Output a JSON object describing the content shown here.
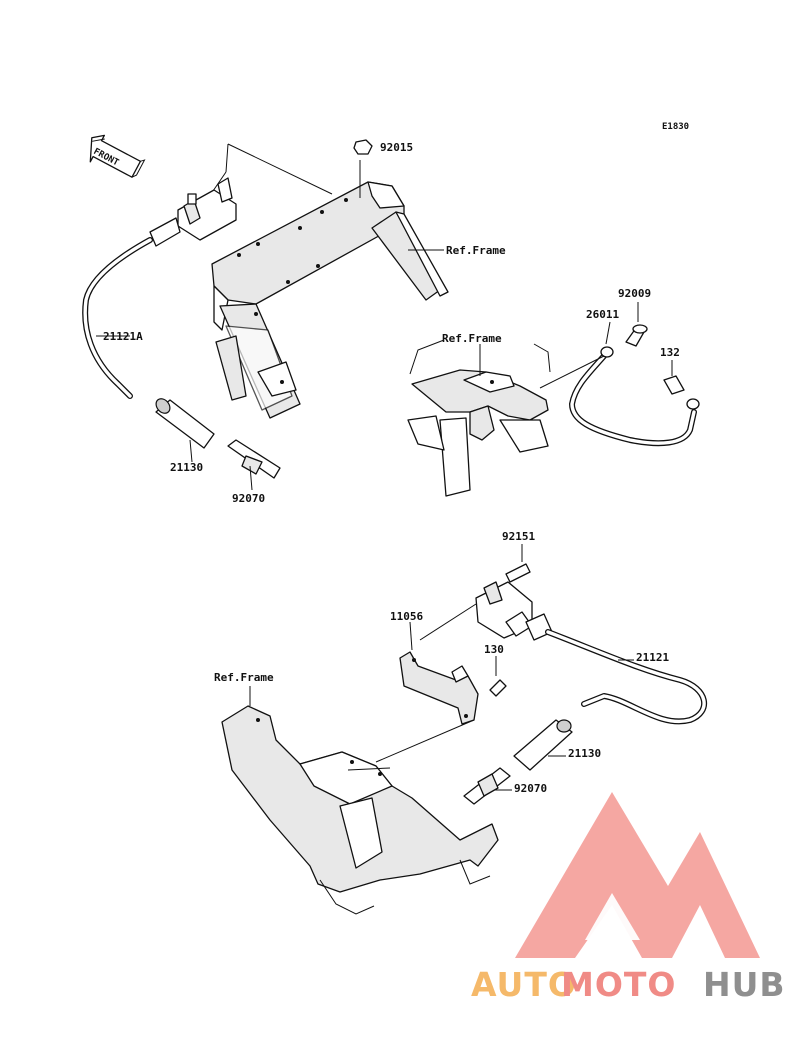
{
  "diagram": {
    "code": "E1830",
    "direction_label": "FRONT",
    "ref_frame_label": "Ref.Frame",
    "parts_top_left": {
      "nut": "92015",
      "cable": "21121A",
      "cap": "21130",
      "plug": "92070"
    },
    "parts_top_right": {
      "bolt_a": "92009",
      "washer": "26011",
      "bolt_b": "132"
    },
    "parts_bottom": {
      "bolt_top": "92151",
      "bracket": "11056",
      "bolt_small": "130",
      "cable": "21121",
      "cap": "21130",
      "plug": "92070"
    }
  },
  "watermark": {
    "part1": "AUTO",
    "part2": "MOTO",
    "part3": "HUB",
    "colors": {
      "auto": "#f5b96a",
      "moto": "#f08b86",
      "hub": "#8f8f8f",
      "triangle": "#f28c86"
    }
  }
}
